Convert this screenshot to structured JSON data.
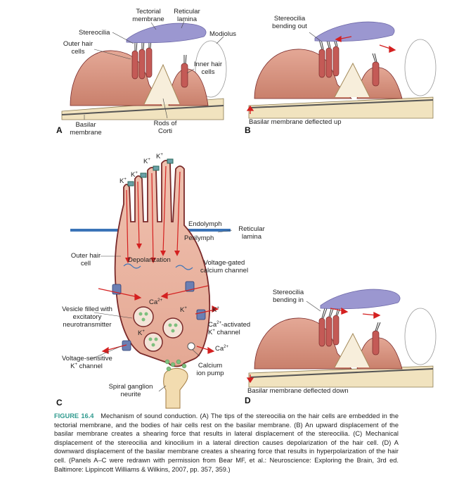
{
  "panelA": {
    "letter": "A",
    "labels": {
      "tectorial": "Tectorial membrane",
      "reticular": "Reticular lamina",
      "stereocilia": "Stereocilia",
      "modiolus": "Modiolus",
      "outer_hair_cells": "Outer hair cells",
      "inner_hair_cells": "Inner hair cells",
      "basilar": "Basilar membrane",
      "rods": "Rods of Corti"
    }
  },
  "panelB": {
    "letter": "B",
    "labels": {
      "bending_out": "Stereocilia bending out",
      "deflected_up": "Basilar membrane deflected up"
    }
  },
  "panelC": {
    "letter": "C",
    "labels": {
      "k": "K",
      "endolymph": "Endolymph",
      "reticular": "Reticular lamina",
      "perilymph": "Perilymph",
      "outer_hair_cell": "Outer hair cell",
      "depolarization": "Depolarization",
      "vg_calcium": "Voltage-gated calcium channel",
      "ca": "Ca",
      "vesicle": "Vesicle filled with excitatory neurotransmitter",
      "ca_activated": "-activated",
      "k_channel": "channel",
      "voltage_sensitive": "Voltage-sensitive",
      "calcium_pump": "Calcium ion pump",
      "spiral": "Spiral ganglion neurite"
    }
  },
  "panelD": {
    "letter": "D",
    "labels": {
      "bending_in": "Stereocilia bending in",
      "deflected_down": "Basilar membrane deflected down"
    }
  },
  "caption": {
    "figure": "FIGURE 16.4",
    "title": "Mechanism of sound conduction.",
    "text": "(A) The tips of the stereocilia on the hair cells are embedded in the tectorial membrane, and the bodies of hair cells rest on the basilar membrane. (B) An upward displacement of the basilar membrane creates a shearing force that results in lateral displacement of the stereocilia. (C) Mechanical displacement of the stereocilia and kinocilium in a lateral direction causes depolarization of the hair cell. (D) A downward displacement of the basilar membrane creates a shearing force that results in hyperpolarization of the hair cell. (Panels A–C were redrawn with permission from Bear MF, et al.: Neuroscience: Exploring the Brain, 3rd ed. Baltimore: Lippincott Williams & Wilkins, 2007, pp. 357, 359.)"
  },
  "colors": {
    "cell_fill": "#e9b4a0",
    "cell_line": "#7a2a2a",
    "tectorial": "#9b97d0",
    "membrane_blue": "#3b74b8",
    "arrow_red": "#d42020",
    "neurite": "#f2dcb0",
    "vesicle_green": "#7ec07e",
    "caption_teal": "#2f9a8e"
  }
}
